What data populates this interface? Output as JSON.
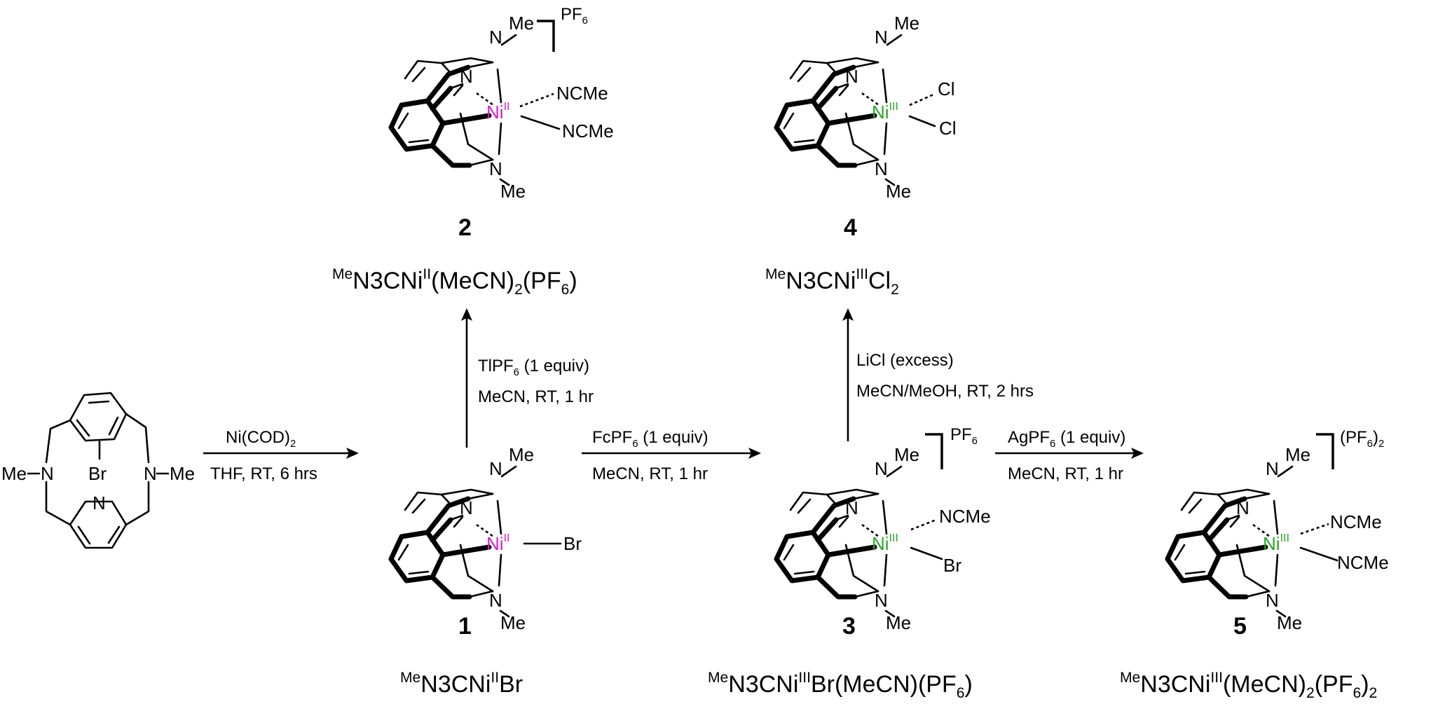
{
  "reagents": {
    "step_1": {
      "line1": "Ni(COD)",
      "line1_sub": "2",
      "line2": "THF, RT, 6 hrs"
    },
    "step_2": {
      "line1a": "FcPF",
      "line1_sub": "6",
      "line1b": " (1 equiv)",
      "line2": "MeCN, RT, 1 hr"
    },
    "step_3": {
      "line1a": "AgPF",
      "line1_sub": "6",
      "line1b": " (1 equiv)",
      "line2": "MeCN, RT, 1 hr"
    },
    "step_4": {
      "line1a": "TlPF",
      "line1_sub": "6",
      "line1b": " (1 equiv)",
      "line2": "MeCN, RT, 1 hr"
    },
    "step_5": {
      "line1": "LiCl (excess)",
      "line2": "MeCN/MeOH, RT, 2 hrs"
    }
  },
  "compounds": {
    "ligand": {
      "atoms": {
        "me_left": "Me",
        "n_left": "N",
        "br": "Br",
        "n_right": "N",
        "me_right": "Me",
        "n_py": "N"
      }
    },
    "c1": {
      "number": "1",
      "formula": {
        "pre": "Me",
        "main": "N3CNi",
        "ox": "II",
        "tail": "Br"
      },
      "atoms": {
        "n_top": "N",
        "me_top": "Me",
        "n_py": "N",
        "ni": "Ni",
        "ni_ox": "II",
        "ligand_a": "Br",
        "n_bot": "N",
        "me_bot": "Me"
      }
    },
    "c2": {
      "number": "2",
      "formula": {
        "pre": "Me",
        "main": "N3CNi",
        "ox": "II",
        "tail1": "(MeCN)",
        "sub1": "2",
        "tail2": "(PF",
        "sub2": "6",
        "tail3": ")"
      },
      "counterion": {
        "text": "PF",
        "sub": "6"
      },
      "atoms": {
        "n_top": "N",
        "me_top": "Me",
        "n_py": "N",
        "ni": "Ni",
        "ni_ox": "II",
        "ligand_a": "NCMe",
        "ligand_b": "NCMe",
        "n_bot": "N",
        "me_bot": "Me"
      }
    },
    "c3": {
      "number": "3",
      "formula": {
        "pre": "Me",
        "main": "N3CNi",
        "ox": "III",
        "tail1": "Br(MeCN)(PF",
        "sub1": "6",
        "tail2": ")"
      },
      "counterion": {
        "text": "PF",
        "sub": "6"
      },
      "atoms": {
        "n_top": "N",
        "me_top": "Me",
        "n_py": "N",
        "ni": "Ni",
        "ni_ox": "III",
        "ligand_a": "NCMe",
        "ligand_b": "Br",
        "n_bot": "N",
        "me_bot": "Me"
      }
    },
    "c4": {
      "number": "4",
      "formula": {
        "pre": "Me",
        "main": "N3CNi",
        "ox": "III",
        "tail1": "Cl",
        "sub1": "2"
      },
      "atoms": {
        "n_top": "N",
        "me_top": "Me",
        "n_py": "N",
        "ni": "Ni",
        "ni_ox": "III",
        "ligand_a": "Cl",
        "ligand_b": "Cl",
        "n_bot": "N",
        "me_bot": "Me"
      }
    },
    "c5": {
      "number": "5",
      "formula": {
        "pre": "Me",
        "main": "N3CNi",
        "ox": "III",
        "tail1": "(MeCN)",
        "sub1": "2",
        "tail2": "(PF",
        "sub2": "6",
        "tail3": ")",
        "sub3": "2"
      },
      "counterion": {
        "text": "(PF",
        "sub": "6",
        "text2": ")",
        "sub2": "2"
      },
      "atoms": {
        "n_top": "N",
        "me_top": "Me",
        "n_py": "N",
        "ni": "Ni",
        "ni_ox": "III",
        "ligand_a": "NCMe",
        "ligand_b": "NCMe",
        "n_bot": "N",
        "me_bot": "Me"
      }
    }
  },
  "colors": {
    "ni_II": "#d81ec8",
    "ni_III": "#2aa52a"
  }
}
